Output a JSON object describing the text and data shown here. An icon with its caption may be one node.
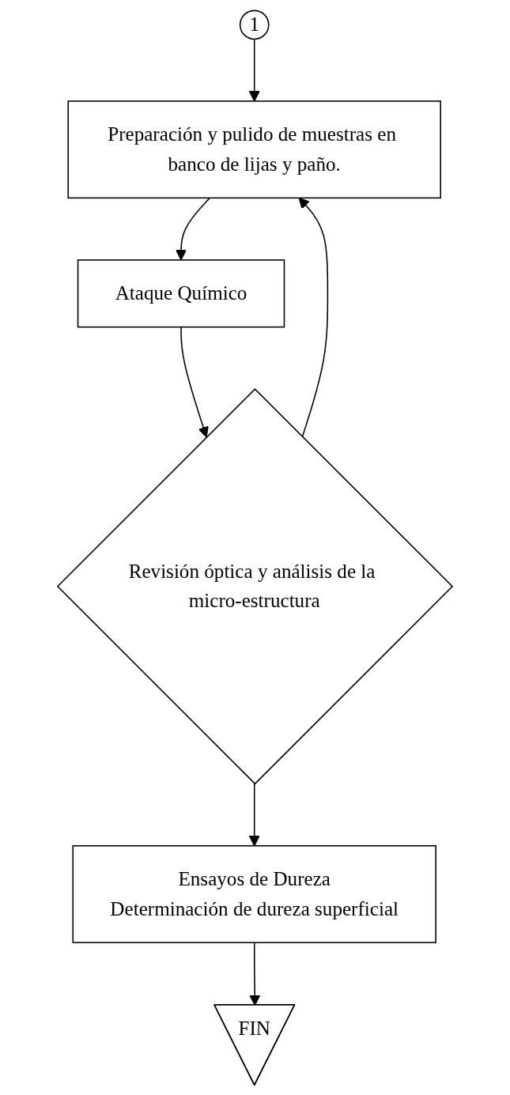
{
  "diagram": {
    "nodes": [
      {
        "text": [
          "1"
        ]
      },
      {
        "text": [
          "Preparación y pulido de muestras en banco de lijas y paño."
        ]
      },
      {
        "text": [
          "Ataque Químico"
        ]
      },
      {
        "text": [
          "Revisión óptica y análisis de la micro-estructura"
        ]
      },
      {
        "text": [
          "Ensayos de Dureza",
          "Determinación de dureza superficial"
        ]
      },
      {
        "text": [
          "FIN"
        ]
      }
    ],
    "edges": [
      {
        "from": 0,
        "to": 1,
        "arrow": "to"
      },
      {
        "from": 1,
        "to": 2,
        "arrow": "to"
      },
      {
        "from": 2,
        "to": 3,
        "arrow": "to"
      },
      {
        "from": 3,
        "to": 4,
        "arrow": "to"
      },
      {
        "from": 4,
        "to": 5,
        "arrow": "to"
      },
      {
        "from": 3,
        "to": 1,
        "arrow": "to"
      }
    ]
  }
}
